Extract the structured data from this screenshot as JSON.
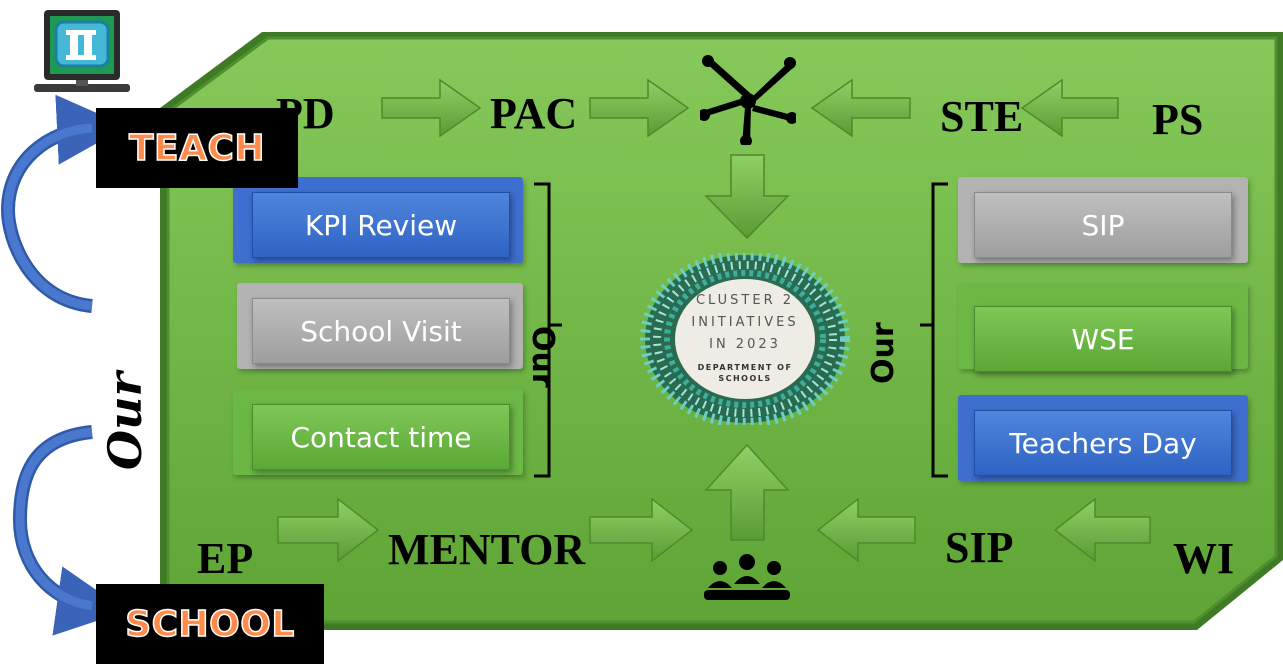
{
  "flow_top": [
    "PD",
    "PAC",
    "STE",
    "PS"
  ],
  "flow_bottom": [
    "EP",
    "MENTOR",
    "SIP",
    "WI"
  ],
  "badges": {
    "teach": "TEACH",
    "school": "SCHOOL"
  },
  "our_label": "Our",
  "left_items": [
    "KPI Review",
    "School Visit",
    "Contact time"
  ],
  "right_items": [
    "SIP",
    "WSE",
    "Teachers Day"
  ],
  "seal": {
    "line1": "CLUSTER 2",
    "line2": "INITIATIVES",
    "line3": "IN 2023",
    "line4": "DEPARTMENT OF",
    "line5": "SCHOOLS"
  },
  "icons": {
    "top_center": "hands-teamwork-icon",
    "bottom_center": "meeting-group-icon",
    "logo": "laptop-logo-icon"
  },
  "colors": {
    "board_green": "#6ab33e",
    "blue": "#3b6fcf",
    "gray": "#a8a8a8",
    "accent_orange": "#ff8a4a"
  }
}
